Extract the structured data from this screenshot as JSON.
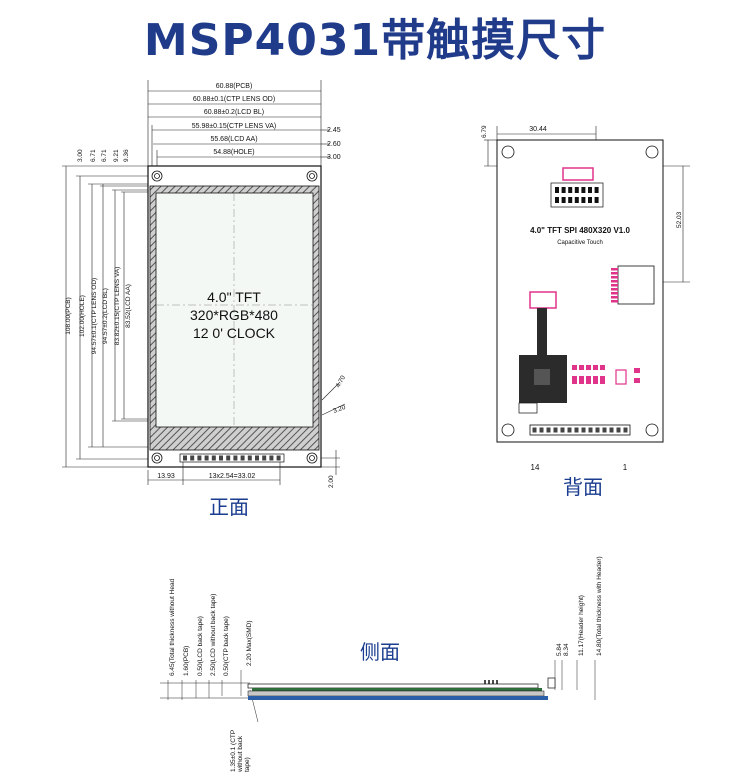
{
  "title": "MSP4031带触摸尺寸",
  "colors": {
    "title": "#1f3b8a",
    "caption": "#1a3d8f",
    "panel_border": "#111111",
    "hatch": "#555555",
    "screen_fill": "#f4f8f4",
    "glass_blue": "#2b5fa8",
    "pcb_green": "#2f6e3a",
    "chip_pink": "#e0338a"
  },
  "front": {
    "caption": "正面",
    "screen_text": [
      "4.0\" TFT",
      "320*RGB*480",
      "12 0' CLOCK"
    ],
    "top_dims": [
      "60.88(PCB)",
      "60.88±0.1(CTP LENS OD)",
      "60.88±0.2(LCD BL)",
      "55.98±0.15(CTP LENS VA)",
      "55.68(LCD AA)",
      "54.88(HOLE)"
    ],
    "right_dims": [
      "2.45",
      "2.60",
      "3.00"
    ],
    "left_top_dims": [
      "3.00",
      "6.71",
      "6.71",
      "9.21",
      "9.36"
    ],
    "left_vertical_dims": [
      "108.00(PCB)",
      "102.00(HOLE)",
      "94.57±0.1(CTP LENS OD)",
      "94.57±0.2(LCD BL)",
      "83.82±0.15(CTP LENS VA)",
      "83.52(LCD AA)"
    ],
    "side_dims": [
      "4.70",
      "3.20"
    ],
    "bottom_dims": [
      "13.93",
      "13x2.54=33.02"
    ],
    "bottom_right_dim": "2.00"
  },
  "back": {
    "caption": "背面",
    "top_dim": "30.44",
    "left_dim": "6.79",
    "right_dim": "52.03",
    "board_title": "4.0\" TFT SPI 480X320 V1.0",
    "board_subtitle": "Capacitive Touch",
    "pin_left": "14",
    "pin_right": "1"
  },
  "side": {
    "caption": "侧面",
    "left_dims": [
      "6.45(Total thickness without Head",
      "1.60(PCB)",
      "0.50(LCD back tape)",
      "2.50(LCD without back tape)",
      "0.50(CTP back tape)",
      "2.20 Max(SMD)"
    ],
    "right_dims": [
      "5.84",
      "8.34",
      "11.17(Header height)",
      "14.80(Total thickness with Header)"
    ],
    "bottom_dim": "1.35±0.1 (CTP without back tape)"
  }
}
